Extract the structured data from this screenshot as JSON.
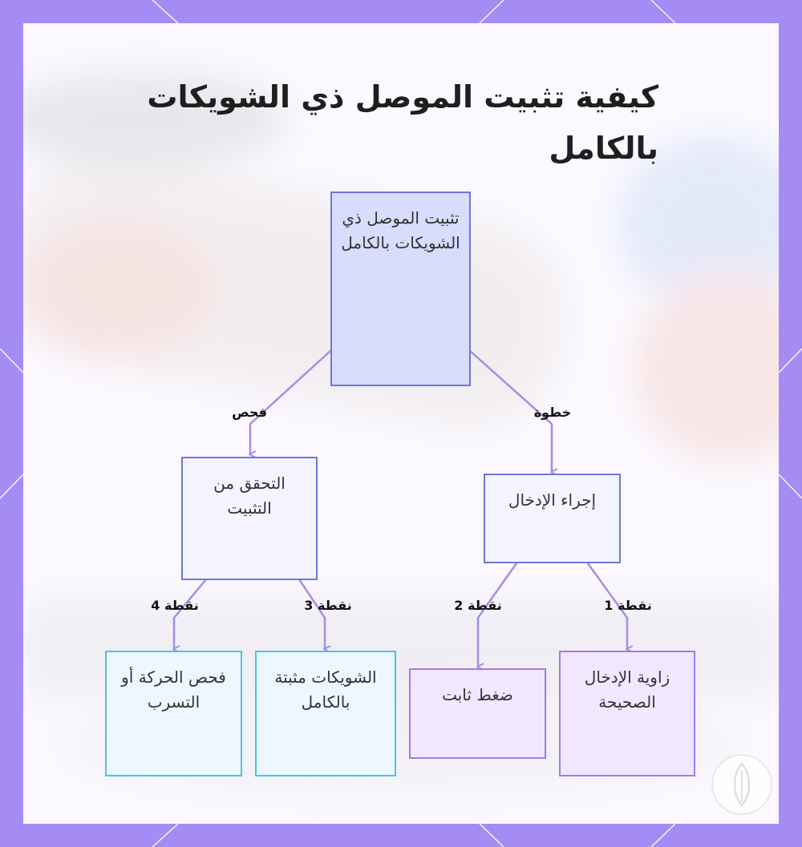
{
  "title": "كيفية تثبيت الموصل ذي الشويكات بالكامل",
  "colors": {
    "frame": "#a48cf4",
    "panel": "#fbf9ff",
    "root_fill": "#d8dcfd",
    "root_border": "#6f76d6",
    "mid_fill": "#f3f4ff",
    "leaf_blue_fill": "#ecf7ff",
    "leaf_blue_border": "#4fc3de",
    "leaf_purple_fill": "#f1e8ff",
    "leaf_purple_border": "#a37ae0",
    "edge": "#a98be6"
  },
  "nodes": {
    "root": "تثبيت الموصل ذي الشويكات بالكامل",
    "verify": "التحقق من التثبيت",
    "insert": "إجراء الإدخال",
    "check_movement": "فحص الحركة أو التسرب",
    "barbs_secured": "الشويكات مثبتة بالكامل",
    "steady_pressure": "ضغط ثابت",
    "correct_angle": "زاوية الإدخال الصحيحة"
  },
  "edges": {
    "check": "فحص",
    "step": "خطوة",
    "point4": "نقطة 4",
    "point3": "نقطة 3",
    "point2": "نقطة 2",
    "point1": "نقطة 1"
  },
  "icons": {
    "logo": "leaf-logo-icon"
  }
}
